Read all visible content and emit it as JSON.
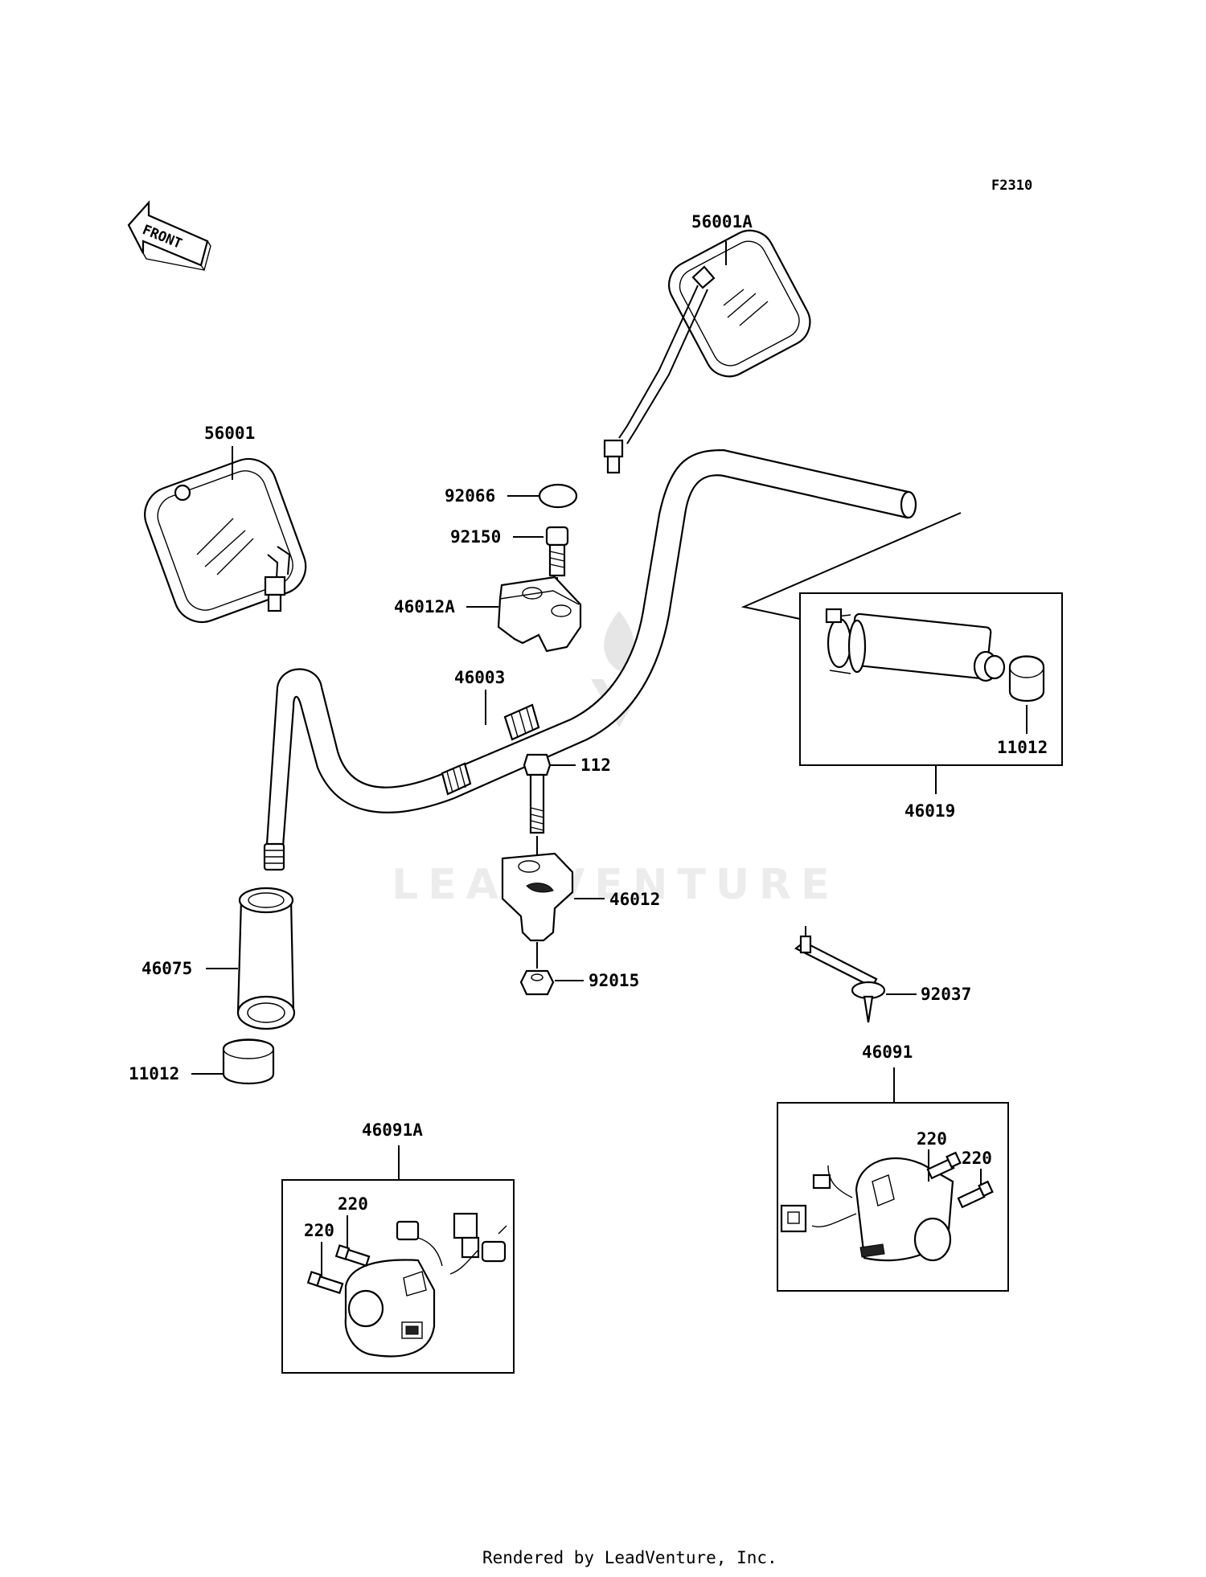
{
  "diagram": {
    "figure_code": "F2310",
    "front_label": "FRONT",
    "watermark": "LEADVENTURE",
    "footer": "Rendered by LeadVenture, Inc.",
    "labels": {
      "p56001A": "56001A",
      "p56001": "56001",
      "p92066": "92066",
      "p92150": "92150",
      "p46012A": "46012A",
      "p46003": "46003",
      "p112": "112",
      "p46012": "46012",
      "p92015": "92015",
      "p46075": "46075",
      "p11012_left": "11012",
      "p11012_right": "11012",
      "p46019": "46019",
      "p92037": "92037",
      "p46091": "46091",
      "p46091A": "46091A",
      "p220_r1": "220",
      "p220_r2": "220",
      "p220_l1": "220",
      "p220_l2": "220"
    }
  }
}
